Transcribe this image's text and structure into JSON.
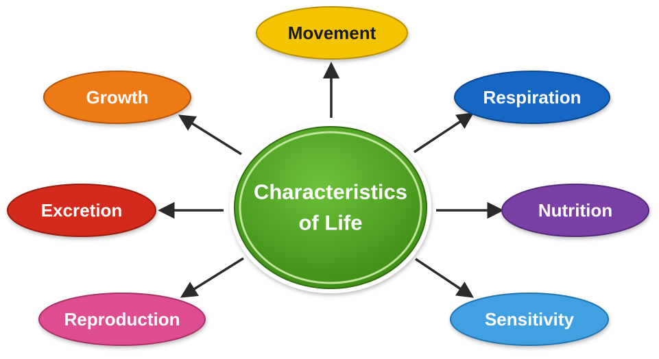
{
  "center": {
    "line1": "Characteristics",
    "line2": "of Life",
    "color": "#4a9a1e"
  },
  "nodes": {
    "movement": {
      "label": "Movement",
      "color": "#f5c400",
      "text_color": "#1a1a1a"
    },
    "growth": {
      "label": "Growth",
      "color": "#ee7a12",
      "text_color": "#ffffff"
    },
    "respiration": {
      "label": "Respiration",
      "color": "#1466c4",
      "text_color": "#ffffff"
    },
    "excretion": {
      "label": "Excretion",
      "color": "#d42a1e",
      "text_color": "#ffffff"
    },
    "nutrition": {
      "label": "Nutrition",
      "color": "#7a3fa6",
      "text_color": "#ffffff"
    },
    "reproduction": {
      "label": "Reproduction",
      "color": "#de4d92",
      "text_color": "#ffffff"
    },
    "sensitivity": {
      "label": "Sensitivity",
      "color": "#3fa0e2",
      "text_color": "#ffffff"
    }
  },
  "arrow_color": "#2a2a2a"
}
